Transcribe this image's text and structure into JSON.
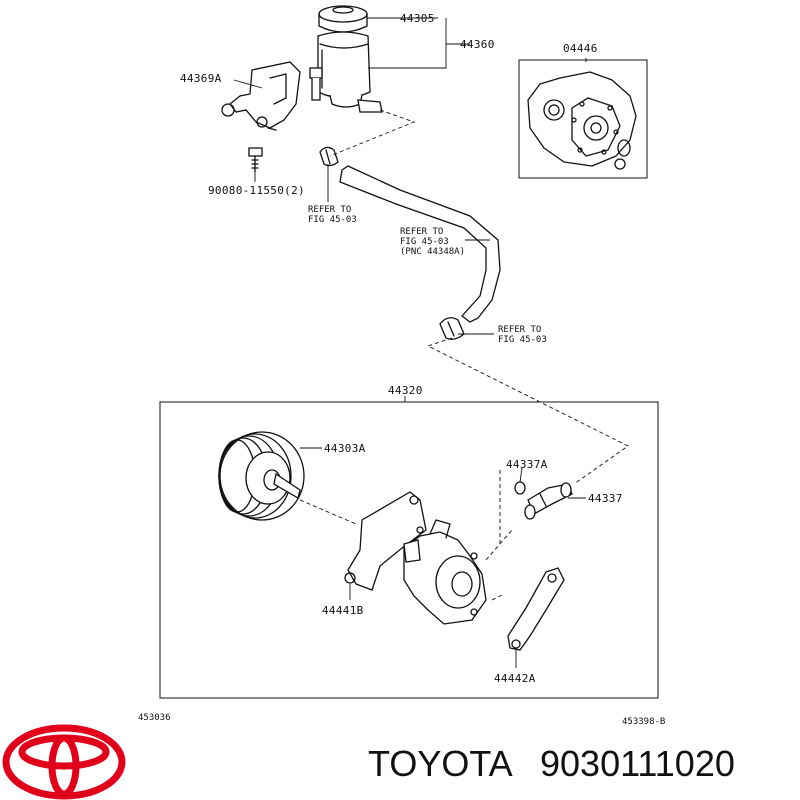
{
  "labels": {
    "p44305": "44305",
    "p44360": "44360",
    "p04446": "04446",
    "p44369A": "44369A",
    "bolt": "90080-11550(2)",
    "refer1_l1": "REFER TO",
    "refer1_l2": "FIG 45-03",
    "refer2_l1": "REFER TO",
    "refer2_l2": "FIG 45-03",
    "refer2_l3": "(PNC 44348A)",
    "refer3_l1": "REFER TO",
    "refer3_l2": "FIG 45-03",
    "p44320": "44320",
    "p44303A": "44303A",
    "p44337A": "44337A",
    "p44337": "44337",
    "p44441B": "44441B",
    "p44442A": "44442A",
    "code_left": "453036",
    "code_right": "453398-B"
  },
  "brand": {
    "name": "TOYOTA",
    "part_number": "9030111020",
    "logo_color": "#e0001a"
  }
}
